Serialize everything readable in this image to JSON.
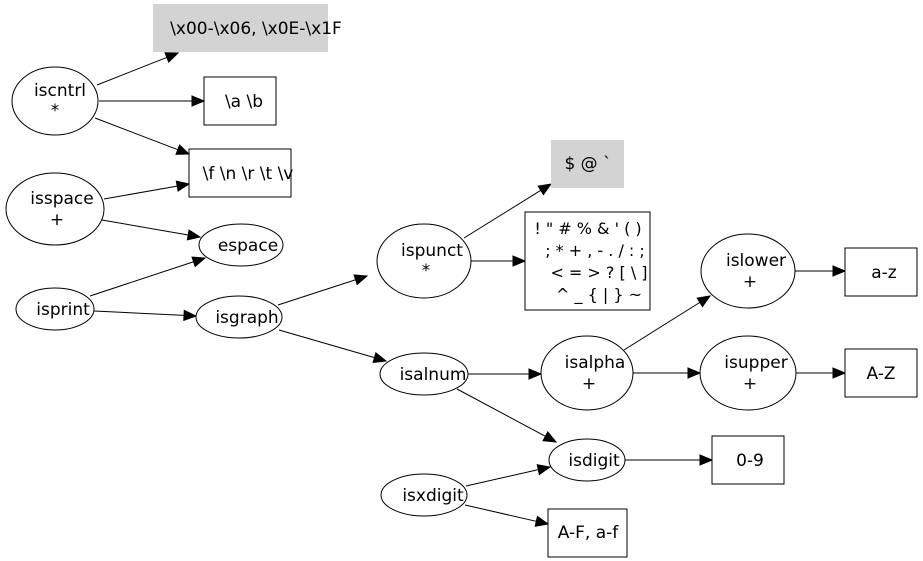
{
  "diagram": {
    "nodes": {
      "iscntrl": {
        "name": "iscntrl",
        "sym": "*"
      },
      "isspace": {
        "name": "isspace",
        "sym": "+"
      },
      "isprint": {
        "name": "isprint"
      },
      "espace": {
        "name": "espace"
      },
      "isgraph": {
        "name": "isgraph"
      },
      "ispunct": {
        "name": "ispunct",
        "sym": "*"
      },
      "isalnum": {
        "name": "isalnum"
      },
      "isalpha": {
        "name": "isalpha",
        "sym": "+"
      },
      "islower": {
        "name": "islower",
        "sym": "+"
      },
      "isupper": {
        "name": "isupper",
        "sym": "+"
      },
      "isdigit": {
        "name": "isdigit"
      },
      "isxdigit": {
        "name": "isxdigit"
      }
    },
    "boxes": {
      "ctrl_ranges": "\\x00-\\x06, \\x0E-\\x1F",
      "ctrl_ab": "\\a \\b",
      "space_chars": "\\f \\n \\r \\t \\v",
      "punct_extra": "$ @ `",
      "punct_line1": "! \" # % & ' ( )",
      "punct_line2": "; * + , - . / : ;",
      "punct_line3": "< = > ? [ \\ ]",
      "punct_line4": "^ _ { | } ~",
      "lower_range": "a-z",
      "upper_range": "A-Z",
      "digit_range": "0-9",
      "hex_letters": "A-F, a-f"
    },
    "colors": {
      "gray_box": "#d3d3d3",
      "stroke": "#000000",
      "background": "#ffffff"
    }
  }
}
